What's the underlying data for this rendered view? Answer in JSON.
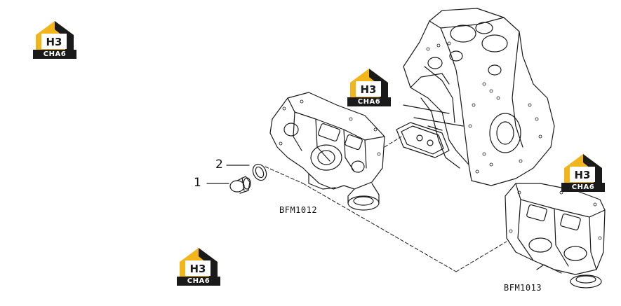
{
  "callouts": [
    "1",
    "2"
  ],
  "part_codes": [
    "BFM1012",
    "BFM1013"
  ],
  "watermark": {
    "text": "CHA6",
    "mark": "H3",
    "color_gold": "#f2b51c",
    "color_dark": "#1a1a1a"
  },
  "icons": [
    "house-logo-icon"
  ]
}
